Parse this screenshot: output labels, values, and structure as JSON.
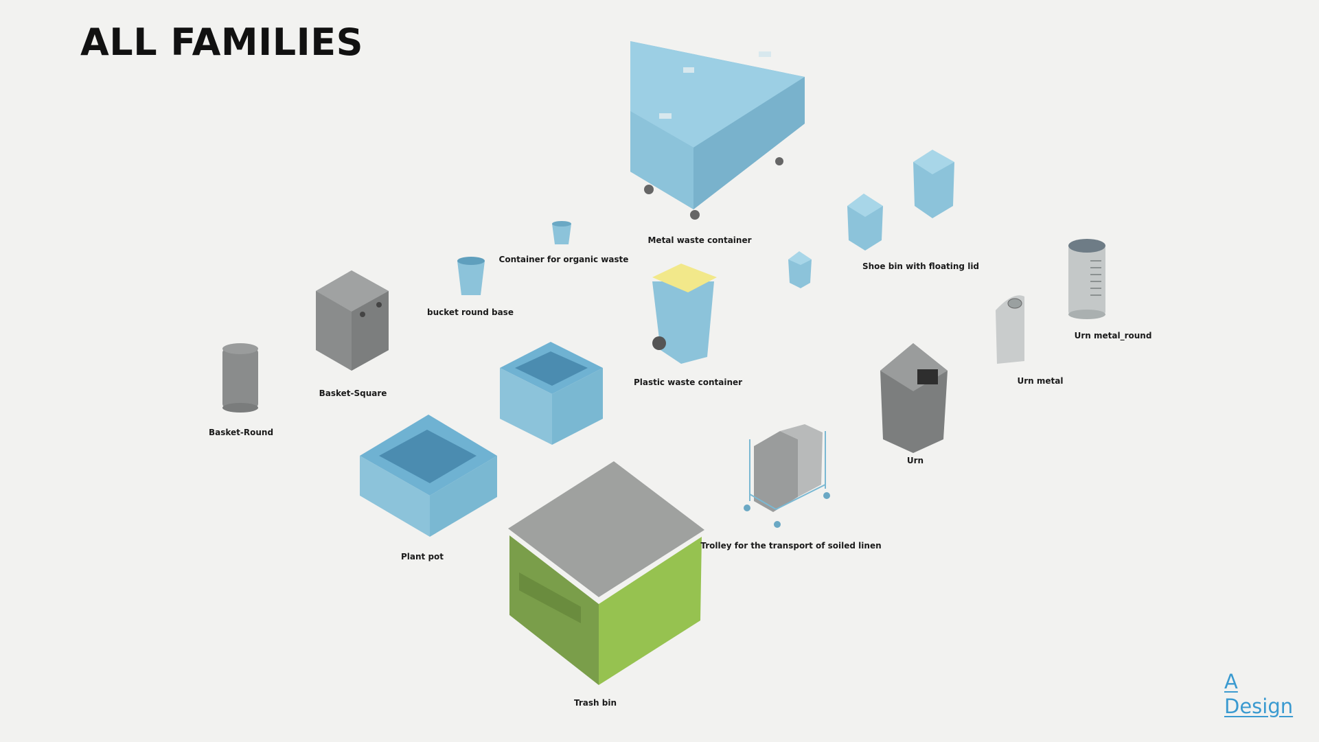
{
  "page": {
    "title": "ALL FAMILIES"
  },
  "items": [
    {
      "key": "metal_waste_container",
      "label": "Metal waste container"
    },
    {
      "key": "container_organic",
      "label": "Container for organic waste"
    },
    {
      "key": "bucket_round_base",
      "label": "bucket round base"
    },
    {
      "key": "shoe_bin",
      "label": "Shoe bin with floating lid"
    },
    {
      "key": "urn_metal_round",
      "label": "Urn metal_round"
    },
    {
      "key": "basket_square",
      "label": "Basket-Square"
    },
    {
      "key": "plastic_waste_container",
      "label": "Plastic waste container"
    },
    {
      "key": "urn_metal",
      "label": "Urn metal"
    },
    {
      "key": "basket_round",
      "label": "Basket-Round"
    },
    {
      "key": "urn",
      "label": "Urn"
    },
    {
      "key": "plant_pot",
      "label": "Plant pot"
    },
    {
      "key": "trolley",
      "label": "Trolley for the transport of soiled linen"
    },
    {
      "key": "trash_bin",
      "label": "Trash bin"
    }
  ],
  "logo": {
    "line1": "A",
    "line2": "Design"
  },
  "colors": {
    "background": "#f2f2f0",
    "blue": "#8cc6dc",
    "grey": "#8a8c8c",
    "green": "#8fbf4a",
    "yellow": "#f2e88a",
    "logo": "#3a9ad0"
  }
}
